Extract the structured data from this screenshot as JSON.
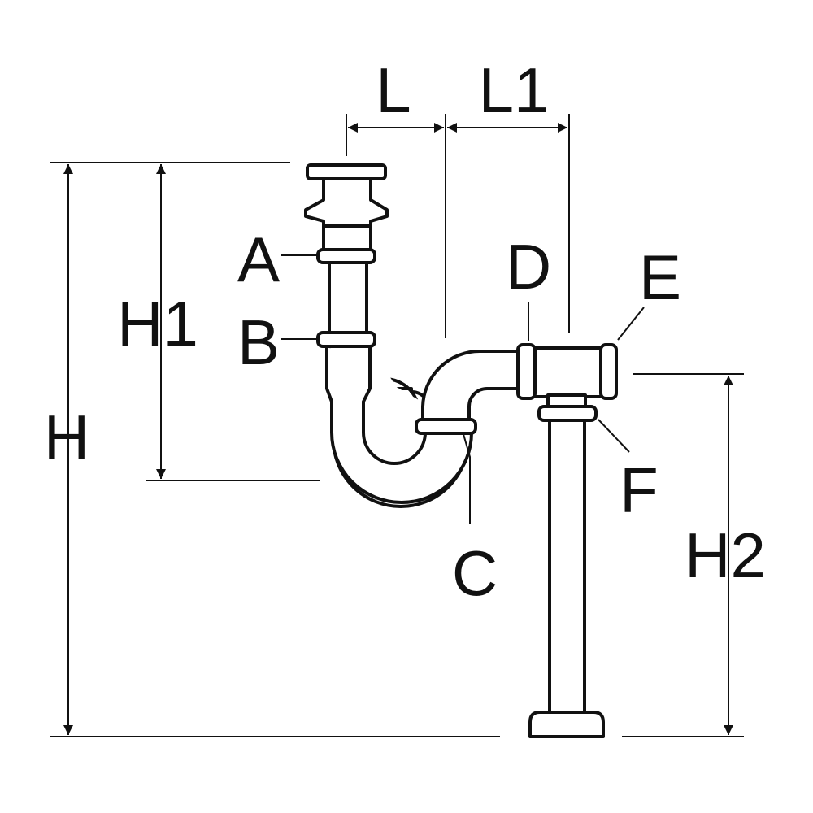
{
  "dimensions": {
    "overall_height": "H",
    "trap_height": "H1",
    "outlet_height": "H2",
    "trap_offset": "L",
    "outlet_offset": "L1"
  },
  "parts": {
    "a": "A",
    "b": "B",
    "c": "C",
    "d": "D",
    "e": "E",
    "f": "F"
  },
  "colors": {
    "line": "#111111",
    "background": "#ffffff"
  }
}
